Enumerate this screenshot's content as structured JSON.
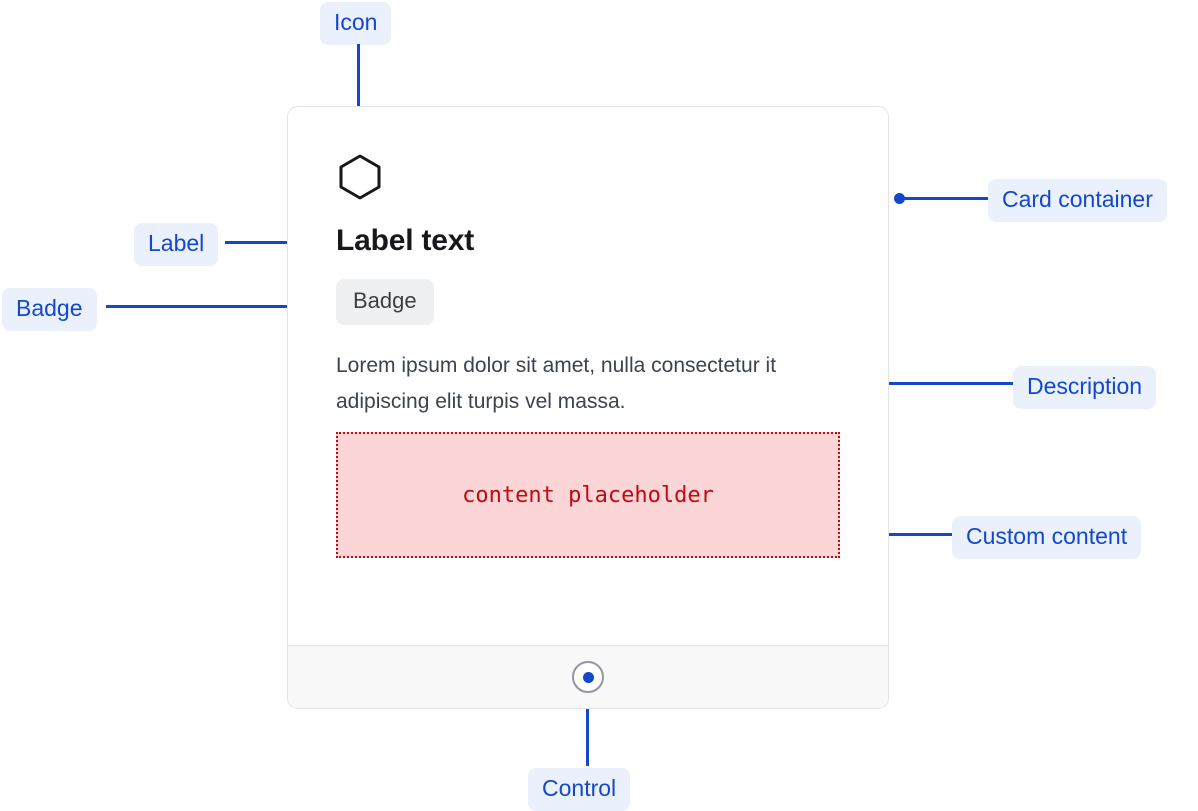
{
  "theme": {
    "annotation_color": "#1347cc",
    "annotation_badge_bg": "#eaf1fd",
    "card_border": "#e3e4e7",
    "card_badge_bg": "#eff0f2",
    "card_badge_text": "#3c4043",
    "placeholder_fill": "#fcd5d6",
    "placeholder_border": "#c00a14",
    "footer_bg": "#f8f8f9",
    "title_color": "#16181c",
    "description_color": "#3c4250",
    "control_ring": "#9296a0"
  },
  "annotations": {
    "icon": "Icon",
    "card_container": "Card container",
    "label": "Label",
    "badge": "Badge",
    "description": "Description",
    "custom_content": "Custom content",
    "control": "Control"
  },
  "card": {
    "icon_name": "hexagon-icon",
    "title": "Label text",
    "badge": "Badge",
    "description": "Lorem ipsum dolor sit amet, nulla consectetur it adipiscing elit turpis vel massa.",
    "placeholder_text": "content placeholder",
    "footer_control_name": "radio-knob-control"
  }
}
